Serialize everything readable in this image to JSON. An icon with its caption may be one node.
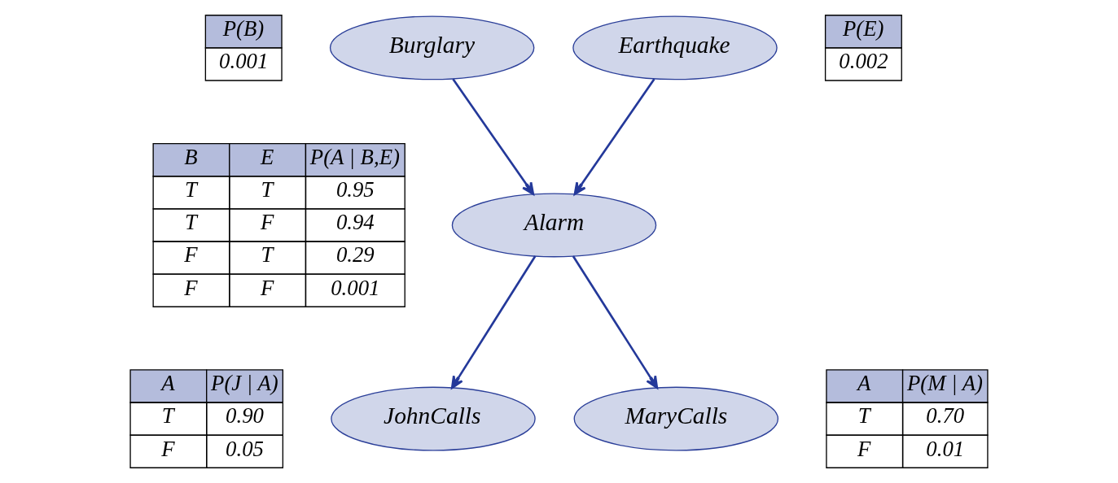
{
  "diagram": {
    "nodes": [
      {
        "text": [
          "Burglary"
        ],
        "beside": [
          "P(B)",
          "0.001"
        ]
      },
      {
        "text": [
          "Earthquake"
        ],
        "beside": [
          "P(E)",
          "0.002"
        ]
      },
      {
        "text": [
          "Alarm"
        ],
        "beside": [
          "B",
          "E",
          "P(A | B,E)",
          "T",
          "T",
          "0.95",
          "T",
          "F",
          "0.94",
          "F",
          "T",
          "0.29",
          "F",
          "F",
          "0.001"
        ]
      },
      {
        "text": [
          "JohnCalls"
        ],
        "beside": [
          "A",
          "P(J | A)",
          "T",
          "0.90",
          "F",
          "0.05"
        ]
      },
      {
        "text": [
          "MaryCalls"
        ],
        "beside": [
          "A",
          "P(M | A)",
          "T",
          "0.70",
          "F",
          "0.01"
        ]
      }
    ],
    "edges": [
      {
        "from": 0,
        "to": 2,
        "arrow": "to"
      },
      {
        "from": 1,
        "to": 2,
        "arrow": "to"
      },
      {
        "from": 2,
        "to": 3,
        "arrow": "to"
      },
      {
        "from": 2,
        "to": 4,
        "arrow": "to"
      }
    ]
  }
}
